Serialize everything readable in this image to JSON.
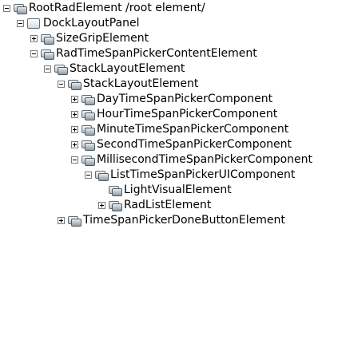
{
  "tree": {
    "nodes": [
      {
        "label": "RootRadElement /root element/",
        "expander": "minus",
        "icon": "element-icon"
      },
      {
        "label": "DockLayoutPanel",
        "expander": "minus",
        "icon": "panel-icon"
      },
      {
        "label": "SizeGripElement",
        "expander": "plus",
        "icon": "element-icon"
      },
      {
        "label": "RadTimeSpanPickerContentElement",
        "expander": "minus",
        "icon": "element-icon"
      },
      {
        "label": "StackLayoutElement",
        "expander": "minus",
        "icon": "element-icon"
      },
      {
        "label": "StackLayoutElement",
        "expander": "minus",
        "icon": "element-icon"
      },
      {
        "label": "DayTimeSpanPickerComponent",
        "expander": "plus",
        "icon": "element-icon"
      },
      {
        "label": "HourTimeSpanPickerComponent",
        "expander": "plus",
        "icon": "element-icon"
      },
      {
        "label": "MinuteTimeSpanPickerComponent",
        "expander": "plus",
        "icon": "element-icon"
      },
      {
        "label": "SecondTimeSpanPickerComponent",
        "expander": "plus",
        "icon": "element-icon"
      },
      {
        "label": "MillisecondTimeSpanPickerComponent",
        "expander": "minus",
        "icon": "element-icon"
      },
      {
        "label": "ListTimeSpanPickerUIComponent",
        "expander": "minus",
        "icon": "element-icon"
      },
      {
        "label": "LightVisualElement",
        "expander": "none",
        "icon": "element-icon"
      },
      {
        "label": "RadListElement",
        "expander": "plus",
        "icon": "element-icon"
      },
      {
        "label": "TimeSpanPickerDoneButtonElement",
        "expander": "plus",
        "icon": "element-icon"
      }
    ]
  }
}
